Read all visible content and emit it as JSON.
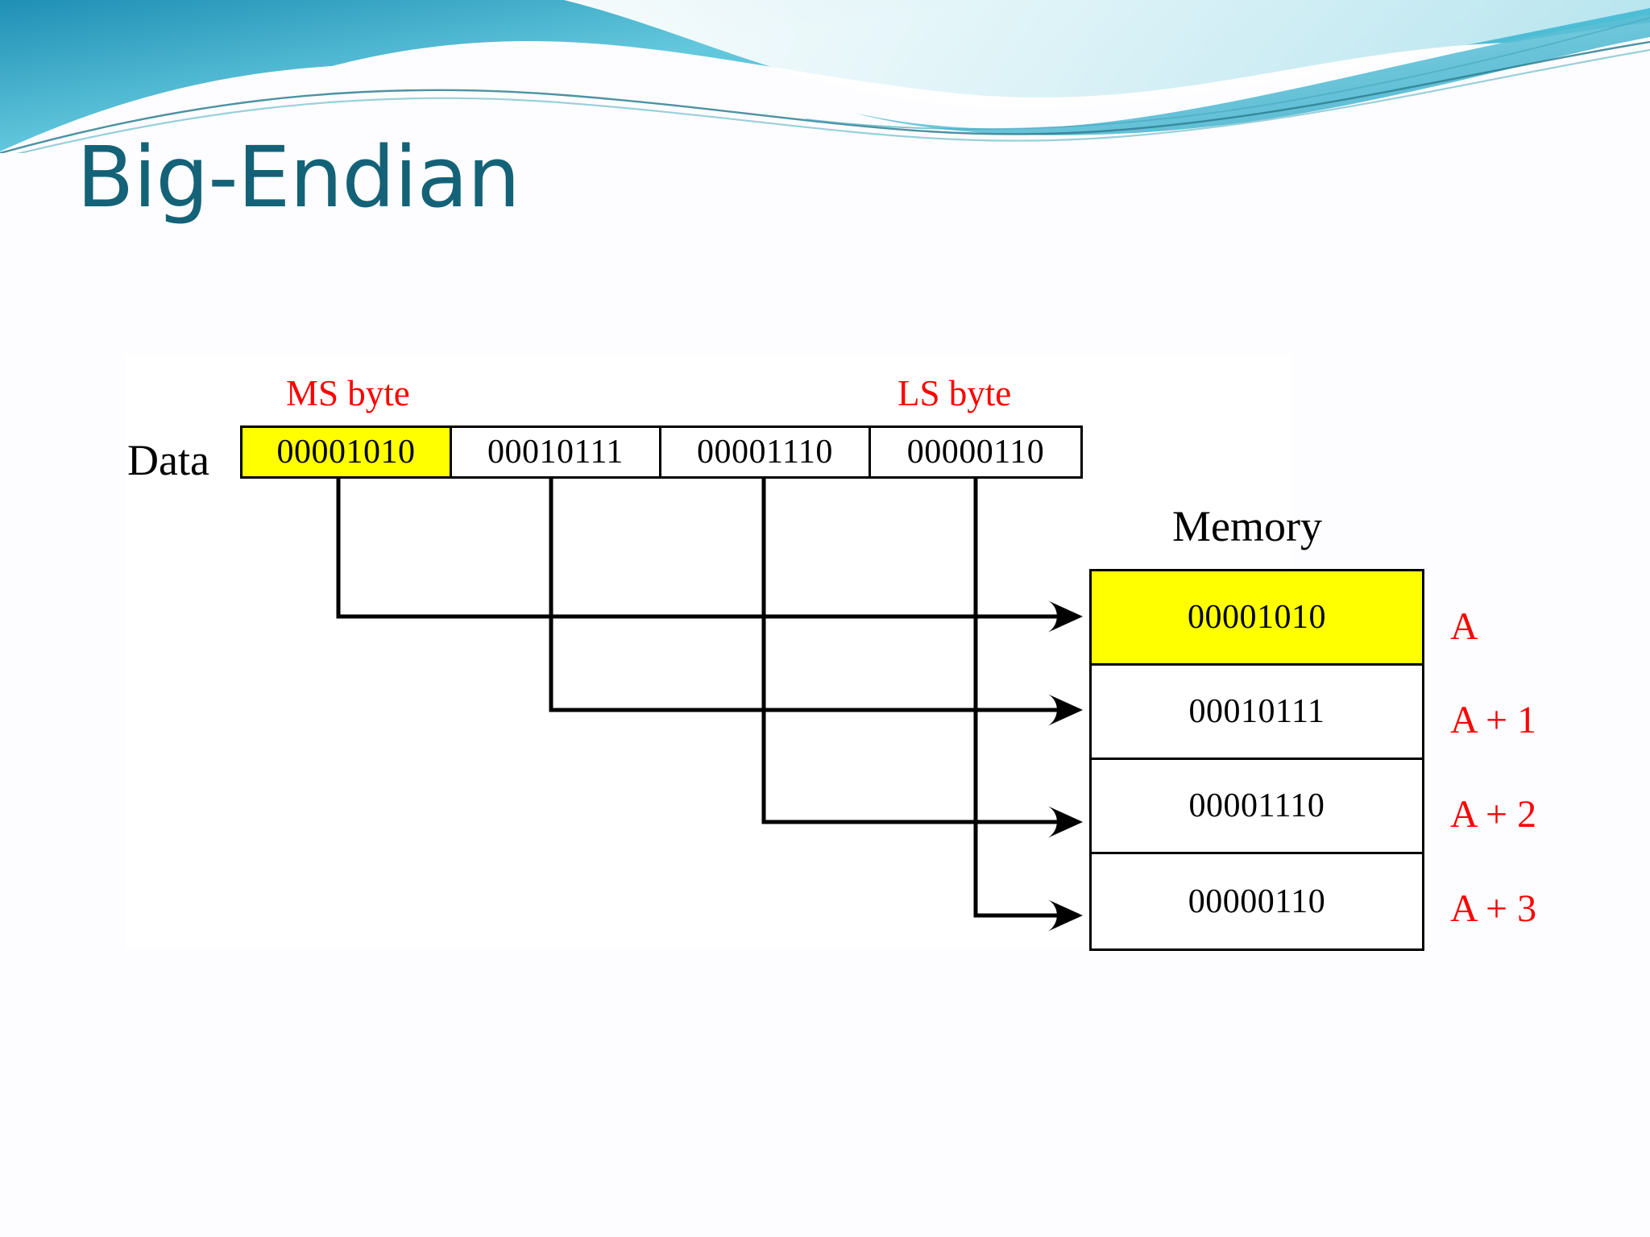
{
  "slide": {
    "title": "Big-Endian",
    "title_color": "#146277",
    "background_color": "#fdfdff"
  },
  "decoration": {
    "wave_colors": [
      "#2aa5c4",
      "#6fcfe0",
      "#a9e2ec",
      "#1d7fa3",
      "#5fbfd4"
    ],
    "name": "teal-wave-header"
  },
  "diagram": {
    "highlight_color": "#ffff00",
    "label_color": "#fd0000",
    "line_color": "#000000",
    "data_caption": "Data",
    "ms_byte_label": "MS byte",
    "ls_byte_label": "LS byte",
    "memory_title": "Memory",
    "data_bytes": [
      {
        "value": "00001010",
        "highlight": true
      },
      {
        "value": "00010111",
        "highlight": false
      },
      {
        "value": "00001110",
        "highlight": false
      },
      {
        "value": "00000110",
        "highlight": false
      }
    ],
    "memory_cells": [
      {
        "value": "00001010",
        "address": "A",
        "highlight": true
      },
      {
        "value": "00010111",
        "address": "A + 1",
        "highlight": false
      },
      {
        "value": "00001110",
        "address": "A + 2",
        "highlight": false
      },
      {
        "value": "00000110",
        "address": "A + 3",
        "highlight": false
      }
    ]
  }
}
